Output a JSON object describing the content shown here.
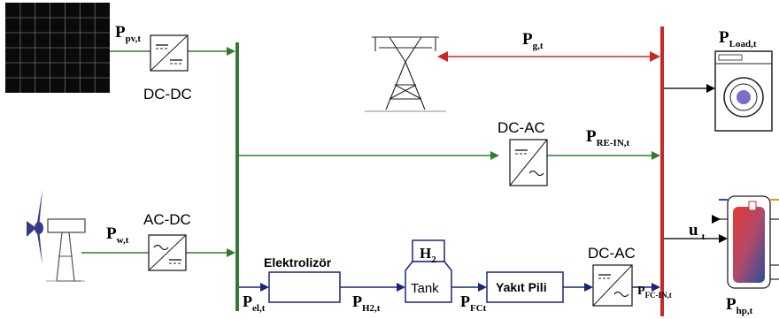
{
  "labels": {
    "ppv": {
      "main": "P",
      "sub": "pv,t"
    },
    "pg": {
      "main": "P",
      "sub": "g,t"
    },
    "pload": {
      "main": "P",
      "sub": "Load,t"
    },
    "prein": {
      "main": "P",
      "sub": "RE-IN,t"
    },
    "pw": {
      "main": "P",
      "sub": "w,t"
    },
    "pel": {
      "main": "P",
      "sub": "el,t"
    },
    "ph2": {
      "main": "P",
      "sub": "H2,t"
    },
    "pfc": {
      "main": "P",
      "sub": "FCt"
    },
    "pfcin": {
      "main": "P",
      "sub": "FC-IN,t"
    },
    "php": {
      "main": "P",
      "sub": "hp,t"
    },
    "ut": {
      "main": "u",
      "sub": "t"
    }
  },
  "converters": {
    "dcdc": "DC-DC",
    "acdc": "AC-DC",
    "dcac_top": "DC-AC",
    "dcac_bottom": "DC-AC"
  },
  "components": {
    "electrolyzer": "Elektrolizör",
    "tank_top_main": "H",
    "tank_top_sub": "2",
    "tank": "Tank",
    "fuel_cell": "Yakıt Pili"
  },
  "colors": {
    "dc_bus": "#2e7d32",
    "ac_bus": "#c62828",
    "h2_line": "#1a237e",
    "grid_arrow": "#c62828"
  }
}
